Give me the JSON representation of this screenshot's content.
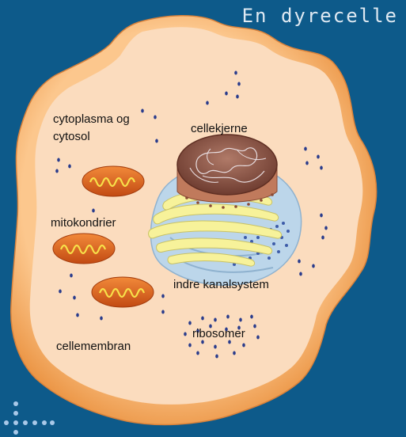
{
  "title": "En dyrecelle",
  "labels": {
    "cytoplasma": "cytoplasma og",
    "cytosol": "cytosol",
    "cellekjerne": "cellekjerne",
    "mitokondrier": "mitokondrier",
    "indre_kanalsystem": "indre kanalsystem",
    "ribosomer": "ribosomer",
    "cellemembran": "cellemembran"
  },
  "colors": {
    "background": "#0d5a8a",
    "membrane": "#f7b36a",
    "cytoplasm": "#fbdcbe",
    "nucleus": "#8a5346",
    "golgi": "#f7f29a",
    "er": "#bcd6ea",
    "mitochondria": "#e56b1f",
    "ribosome": "#2a3c8c"
  }
}
